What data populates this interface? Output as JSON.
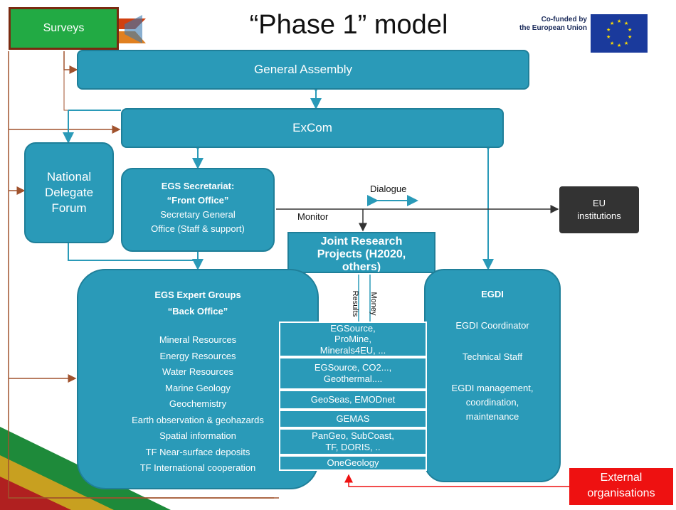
{
  "title": "“Phase 1” model",
  "cofunded": {
    "line1": "Co-funded by",
    "line2": "the European Union"
  },
  "surveys": "Surveys",
  "general_assembly": "General Assembly",
  "excom": "ExCom",
  "national_forum": "National Delegate Forum",
  "secretariat": {
    "title": "EGS Secretariat:",
    "subtitle": "“Front Office”",
    "line1": "Secretary  General",
    "line2": "Office (Staff & support)"
  },
  "dialogue": "Dialogue",
  "monitor": "Monitor",
  "eu_institutions": "EU institutions",
  "jrp": {
    "line1": "Joint Research",
    "line2": "Projects (H2020,",
    "line3": "others)"
  },
  "results": "Results",
  "money": "Money",
  "expert_groups": {
    "title": "EGS Expert Groups",
    "subtitle": "“Back Office”",
    "items": [
      "Mineral Resources",
      "Energy  Resources",
      "Water Resources",
      "Marine Geology",
      "Geochemistry",
      "Earth observation  & geohazards",
      "Spatial information",
      "TF Near-surface deposits",
      "TF International  cooperation"
    ]
  },
  "projects": [
    "EGSource,\nProMine,\nMinerals4EU, ...",
    "EGSource, CO2...,\nGeothermal....",
    "GeoSeas,  EMODnet",
    "GEMAS",
    "PanGeo, SubCoast,\nTF, DORIS, ..",
    "OneGeology"
  ],
  "egdi": {
    "title": "EGDI",
    "coordinator": "EGDI Coordinator",
    "staff": "Technical Staff",
    "mgmt1": "EGDI management,",
    "mgmt2": "coordination,",
    "mgmt3": "maintenance"
  },
  "external": {
    "line1": "External",
    "line2": "organisations"
  },
  "colors": {
    "teal": "#2a9ab8",
    "green": "#22aa44",
    "red": "#ee1111",
    "dark": "#333333",
    "arrow_brown": "#a0522d"
  }
}
